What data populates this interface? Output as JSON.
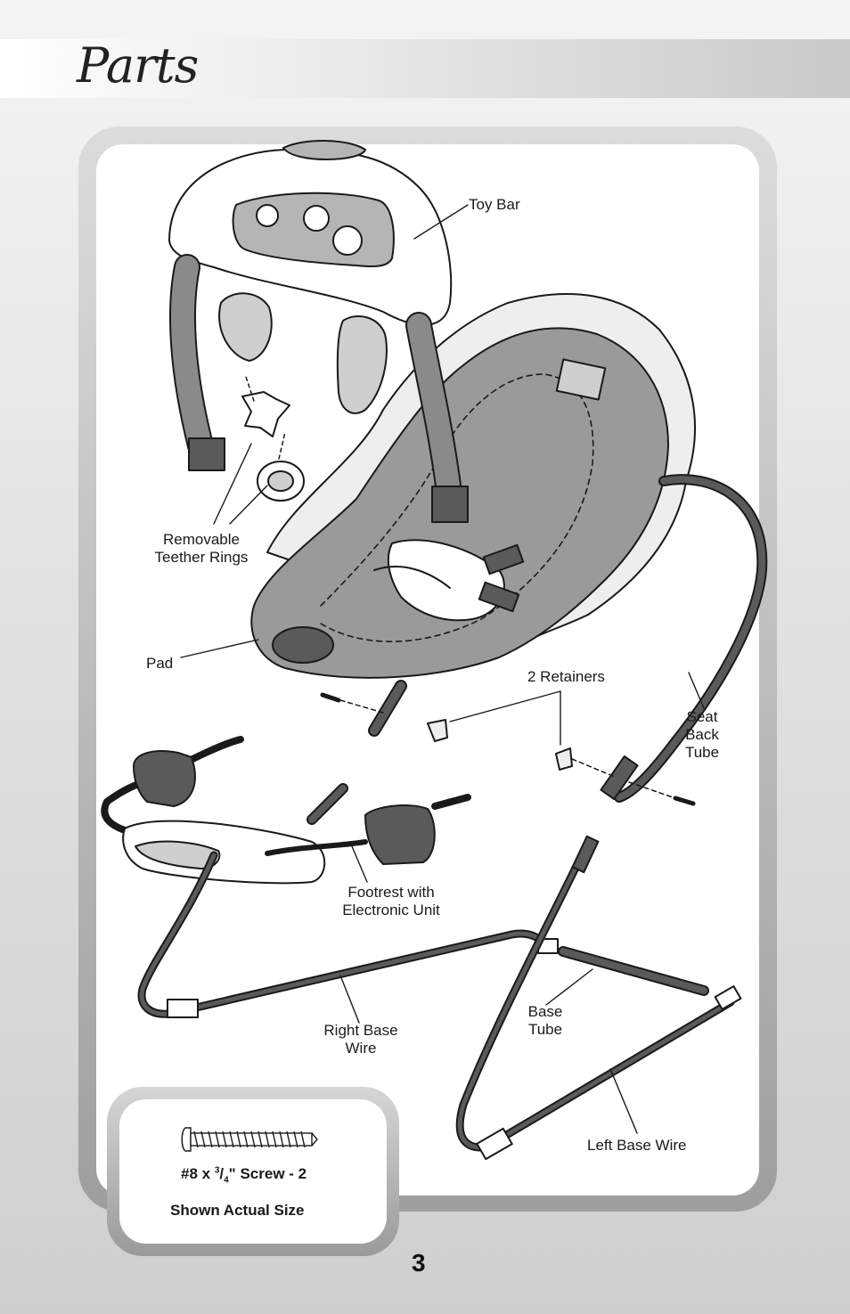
{
  "page": {
    "title": "Parts",
    "page_number": "3"
  },
  "labels": {
    "toy_bar": "Toy Bar",
    "teether_line1": "Removable",
    "teether_line2": "Teether Rings",
    "pad": "Pad",
    "retainers": "2 Retainers",
    "seat_back_line1": "Seat",
    "seat_back_line2": "Back",
    "seat_back_line3": "Tube",
    "footrest_line1": "Footrest with",
    "footrest_line2": "Electronic Unit",
    "base_tube_line1": "Base",
    "base_tube_line2": "Tube",
    "right_base_line1": "Right Base",
    "right_base_line2": "Wire",
    "left_base": "Left Base Wire"
  },
  "screw_box": {
    "spec_prefix": "#8 x ",
    "spec_num": "3",
    "spec_slash": "/",
    "spec_den": "4",
    "spec_suffix": "\" Screw - 2",
    "note": "Shown Actual Size"
  },
  "colors": {
    "line": "#1a1a1a",
    "pad_fill": "#9a9a9a",
    "tube_fill": "#5a5a5a",
    "toybar_fill": "#ffffff",
    "panel_fill": "#b5b5b5"
  }
}
